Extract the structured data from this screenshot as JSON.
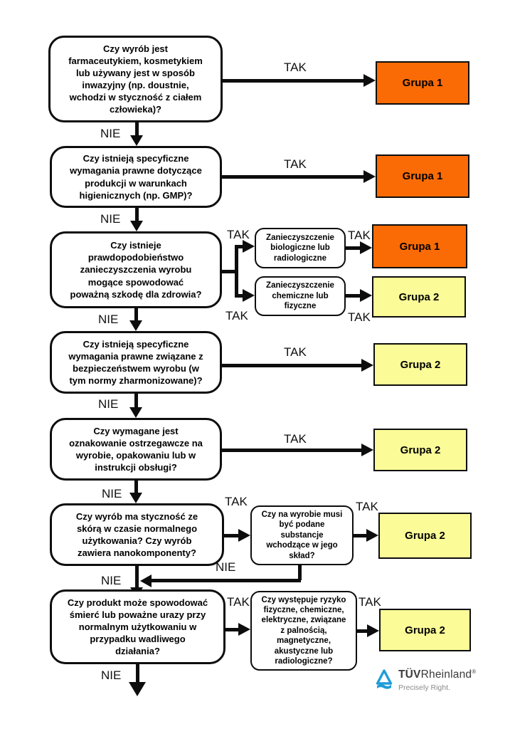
{
  "labels": {
    "yes": "TAK",
    "no": "NIE"
  },
  "groups": {
    "group1": "Grupa 1",
    "group2": "Grupa 2"
  },
  "colors": {
    "group1": "#FA6B05",
    "group2": "#FBFB98",
    "logo_blue": "#1F9CD8",
    "line": "#0d0d0d"
  },
  "questions": {
    "q1": "Czy wyrób jest\nfarmaceutykiem, kosmetykiem\nlub używany jest w sposób\ninwazyjny (np. doustnie,\nwchodzi w styczność z ciałem\nczłowieka)?",
    "q2": "Czy istnieją specyficzne\nwymagania prawne dotyczące\nprodukcji w warunkach\nhigienicznych (np. GMP)?",
    "q3": "Czy istnieje\nprawdopodobieństwo\nzanieczyszczenia wyrobu\nmogące spowodować\npoważną szkodę dla zdrowia?",
    "q4": "Czy istnieją specyficzne\nwymagania prawne związane z\nbezpieczeństwem wyrobu (w\ntym normy zharmonizowane)?",
    "q5": "Czy wymagane jest\noznakowanie ostrzegawcze na\nwyrobie, opakowaniu lub w\ninstrukcji obsługi?",
    "q6": "Czy wyrób ma styczność ze\nskórą w czasie normalnego\nużytkowania? Czy wyrób\nzawiera nanokomponenty?",
    "q7": "Czy produkt może spowodować\nśmierć lub poważne urazy przy\nnormalnym użytkowaniu w\nprzypadku wadliwego\ndziałania?"
  },
  "subboxes": {
    "s3a": "Zanieczyszczenie\nbiologiczne lub\nradiologiczne",
    "s3b": "Zanieczyszczenie\nchemiczne lub\nfizyczne",
    "s6": "Czy na wyrobie musi\nbyć podane\nsubstancje\nwchodzące w jego\nskład?",
    "s7": "Czy występuje ryzyko\nfizyczne, chemiczne,\nelektryczne, związane\nz palnością,\nmagnetyczne,\nakustyczne lub\nradiologiczne?"
  },
  "logo": {
    "tuv": "TÜV",
    "rheinland": "Rheinland",
    "registered": "®",
    "tagline": "Precisely Right."
  }
}
